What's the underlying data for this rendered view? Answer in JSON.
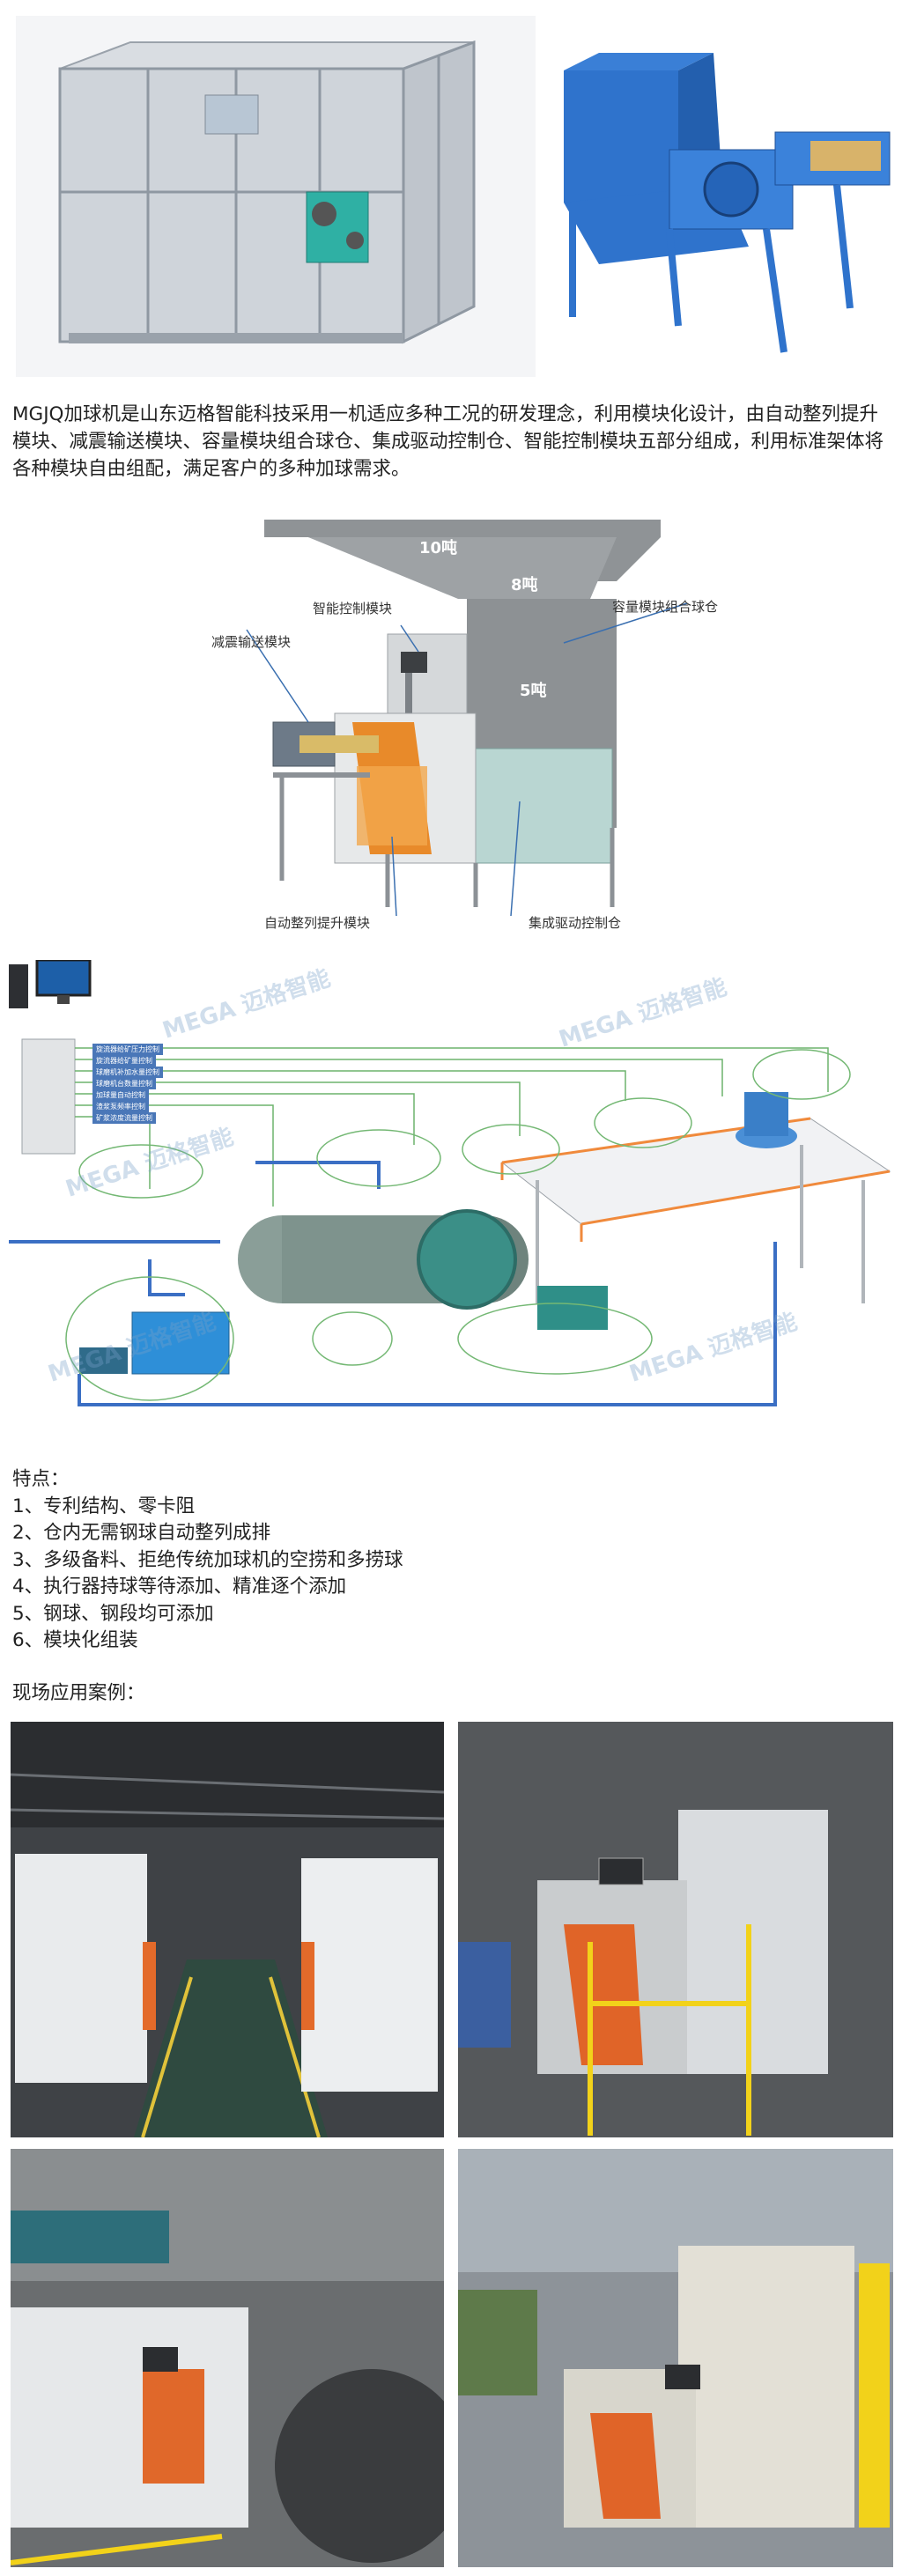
{
  "intro": "MGJQ加球机是山东迈格智能科技采用一机适应多种工况的研发理念，利用模块化设计，由自动整列提升模块、减震输送模块、容量模块组合球仓、集成驱动控制仓、智能控制模块五部分组成，利用标准架体将各种模块自由组配，满足客户的多种加球需求。",
  "diagram1": {
    "capacity_top": "10吨",
    "capacity_mid": "8吨",
    "capacity_low": "5吨",
    "labels": {
      "smart_control": "智能控制模块",
      "damping": "减震输送模块",
      "capacity_bin": "容量模块组合球仓",
      "auto_align": "自动整列提升模块",
      "drive_control": "集成驱动控制仓"
    }
  },
  "diagram2": {
    "watermark": "MEGA 迈格智能",
    "signals": [
      "旋流器给矿压力控制",
      "旋流器给矿量控制",
      "球磨机补加水量控制",
      "球磨机台数量控制",
      "加球量自动控制",
      "渣浆泵频率控制",
      "矿浆浓度流量控制"
    ]
  },
  "features": {
    "title": "特点：",
    "items": [
      "1、专利结构、零卡阻",
      "2、仓内无需钢球自动整列成排",
      "3、多级备料、拒绝传统加球机的空捞和多捞球",
      "4、执行器持球等待添加、精准逐个添加",
      "5、钢球、钢段均可添加",
      "6、模块化组装"
    ]
  },
  "cases_title": "现场应用案例："
}
